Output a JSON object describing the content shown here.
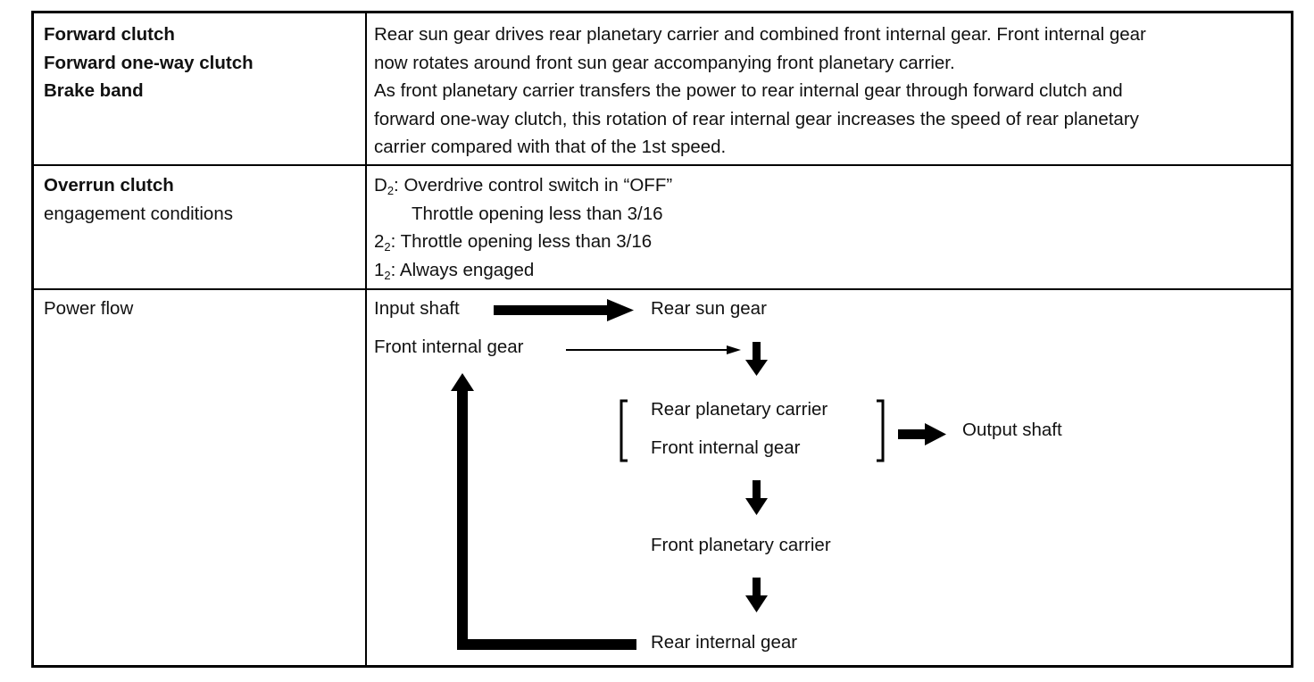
{
  "rows": [
    {
      "labels": [
        "Forward clutch",
        "Forward one-way clutch",
        "Brake band"
      ],
      "description": [
        "Rear sun gear drives rear planetary carrier and combined front internal gear. Front internal gear",
        "now rotates around front sun gear accompanying front planetary carrier.",
        "As front planetary carrier transfers the power to rear internal gear through forward clutch and",
        "forward one-way clutch, this rotation of rear internal gear increases the speed of rear planetary",
        "carrier compared with that of the 1st speed."
      ]
    },
    {
      "label_bold": "Overrun clutch",
      "label_normal": "engagement conditions",
      "conditions": [
        {
          "prefix": "D",
          "sub": "2",
          "text": ": Overdrive control switch in “OFF”"
        },
        {
          "prefix": "",
          "sub": "",
          "text": "Throttle opening less than 3/16"
        },
        {
          "prefix": "2",
          "sub": "2",
          "text": ": Throttle opening less than 3/16"
        },
        {
          "prefix": "1",
          "sub": "2",
          "text": ": Always engaged"
        }
      ]
    },
    {
      "label": "Power flow",
      "flow": {
        "input_shaft": "Input shaft",
        "rear_sun_gear": "Rear sun gear",
        "front_internal_gear_top": "Front internal gear",
        "rear_planetary_carrier": "Rear planetary carrier",
        "front_internal_gear_bracket": "Front internal gear",
        "output_shaft": "Output shaft",
        "front_planetary_carrier": "Front planetary carrier",
        "rear_internal_gear": "Rear internal gear"
      }
    }
  ]
}
